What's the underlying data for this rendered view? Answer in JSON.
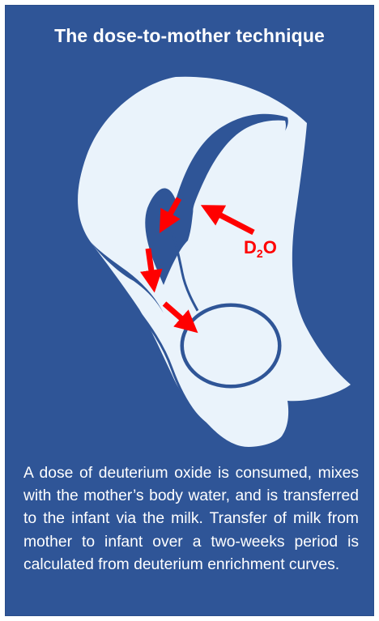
{
  "title": "The dose-to-mother technique",
  "label": {
    "prefix": "D",
    "subscript": "2",
    "suffix": "O"
  },
  "caption": "A dose of deuterium oxide is consumed, mixes with the mother’s body water, and is transferred to the infant via the milk. Transfer of milk from mother to infant over a two-weeks period is calculated from deuterium enrichment curves.",
  "colors": {
    "background": "#2f5597",
    "silhouette": "#eaf3fb",
    "arrow": "#ff0000",
    "text": "#ffffff"
  }
}
